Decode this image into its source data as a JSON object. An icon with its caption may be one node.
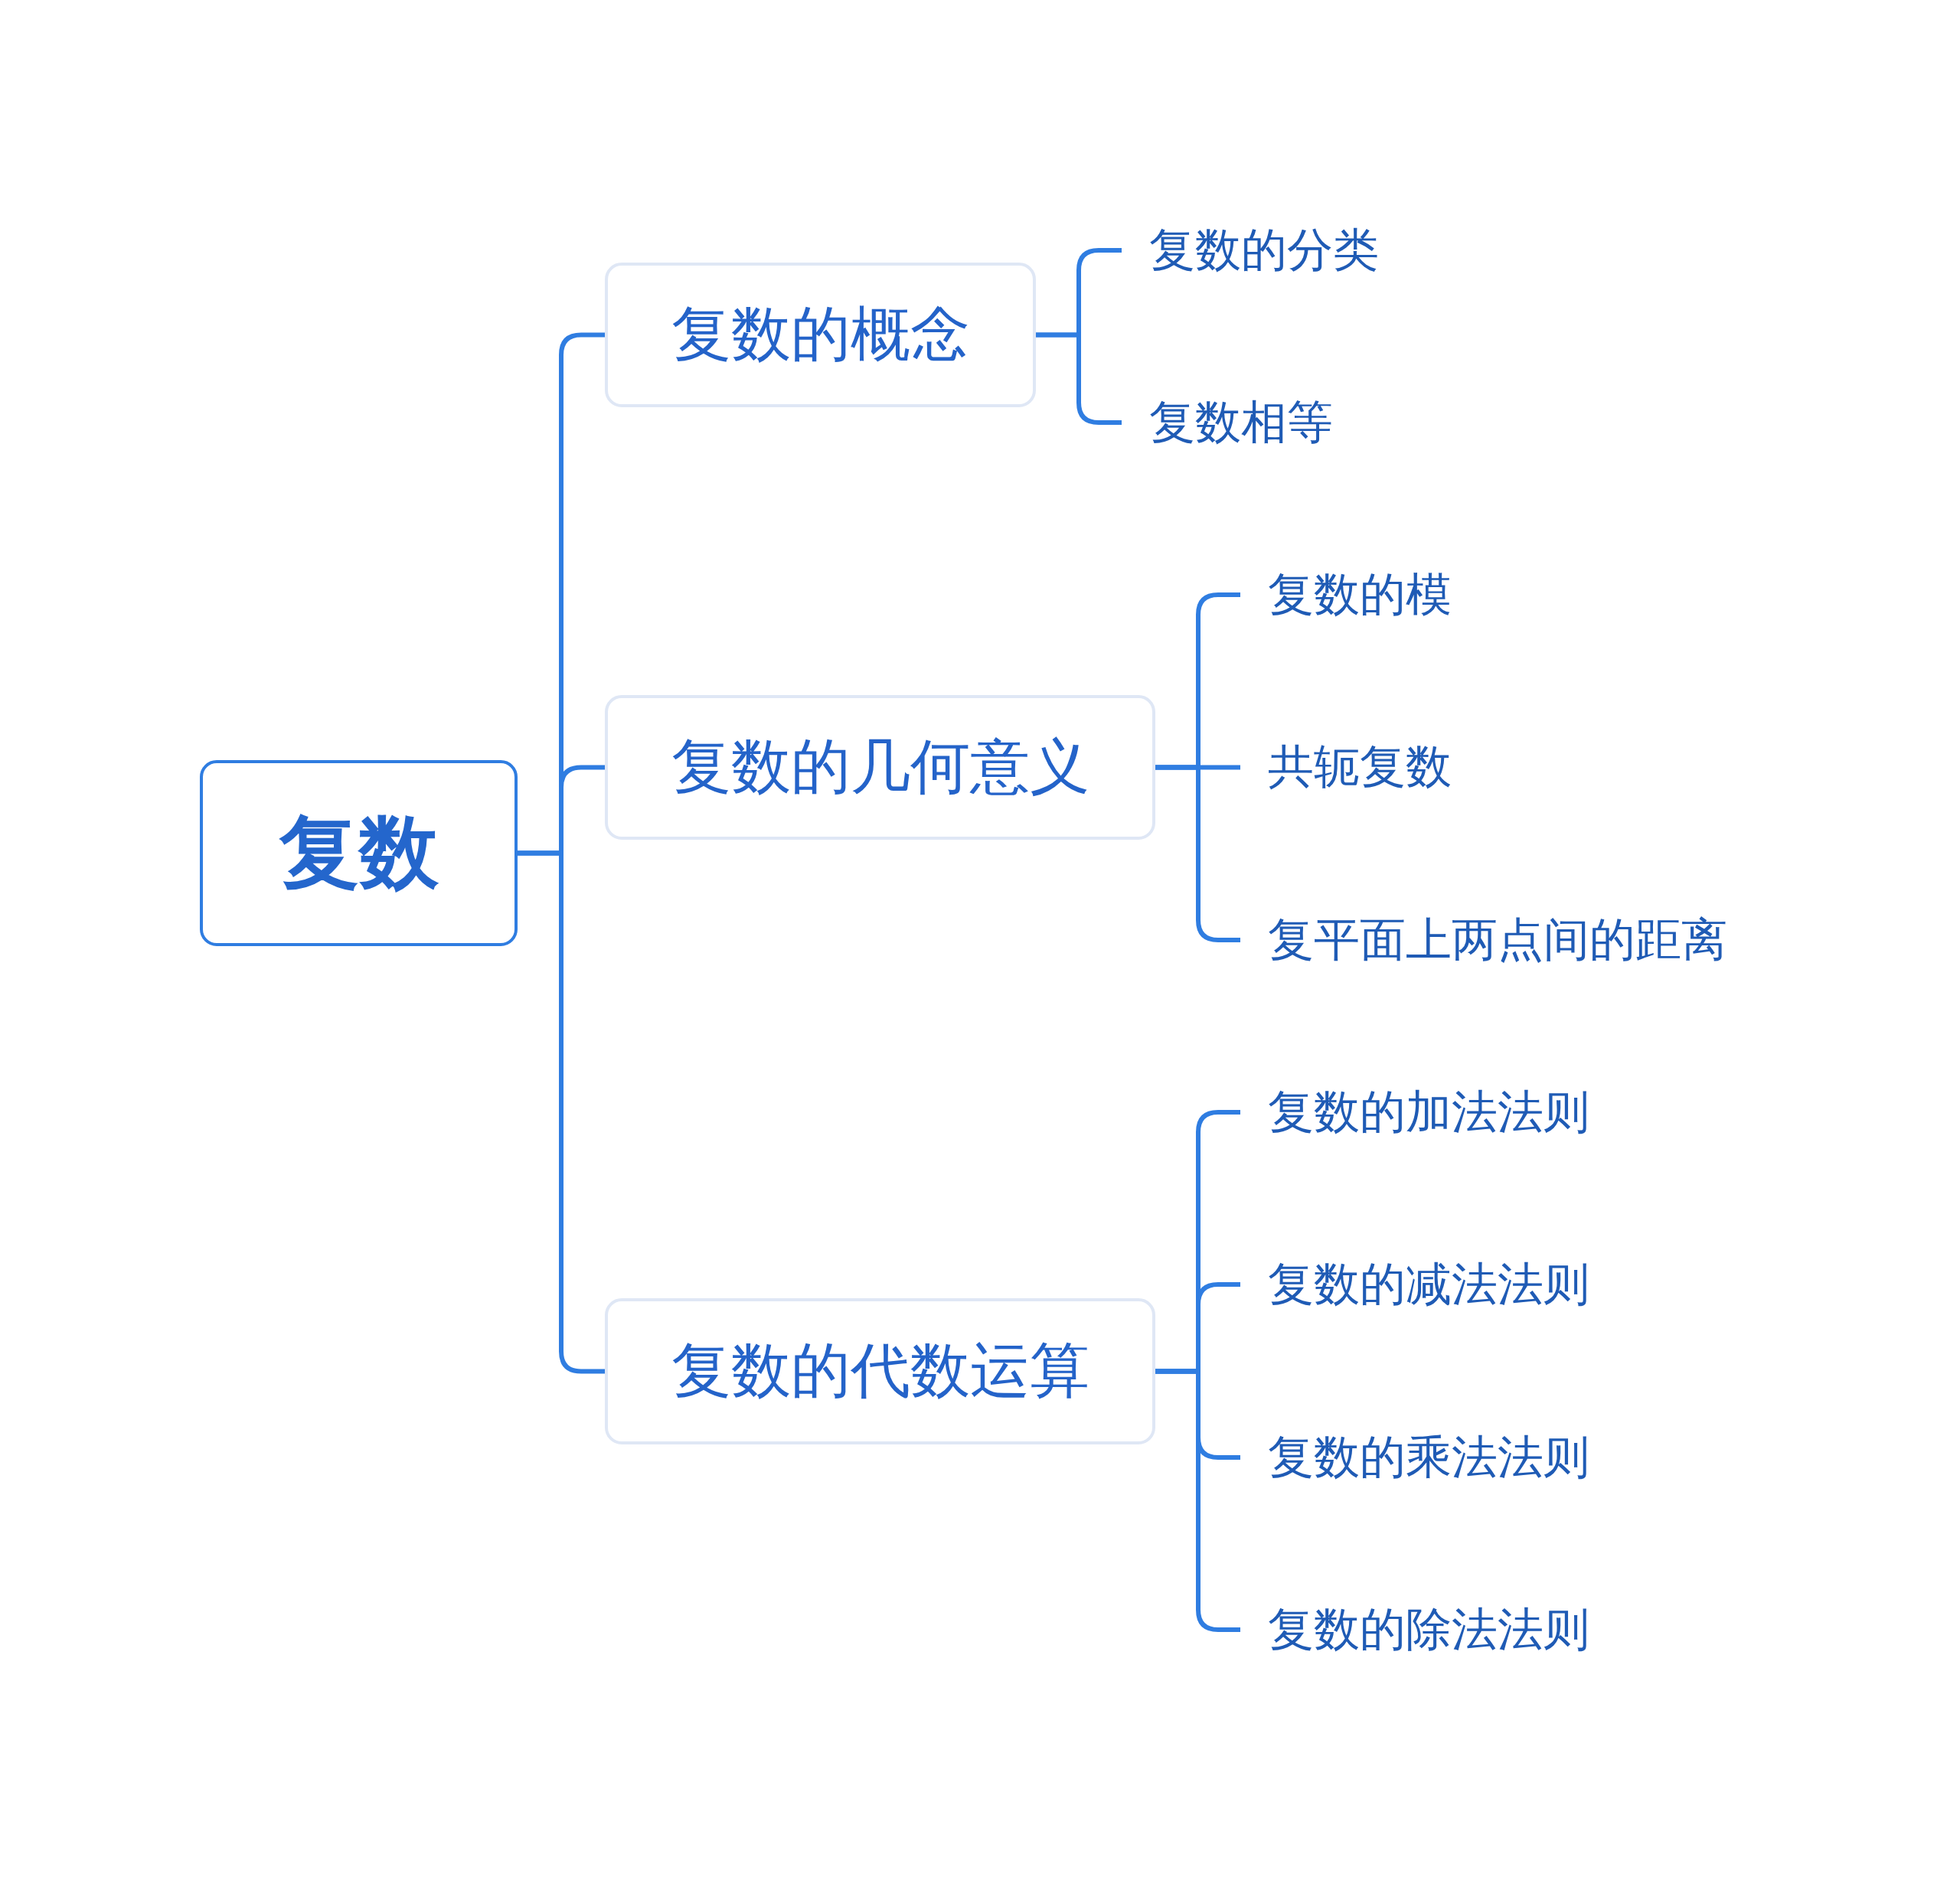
{
  "diagram": {
    "nodes": [
      {
        "text": [
          "复数"
        ]
      },
      {
        "text": [
          "复数的概念"
        ]
      },
      {
        "text": [
          "复数的几何意义"
        ]
      },
      {
        "text": [
          "复数的代数运算"
        ]
      },
      {
        "text": [
          "复数的分类"
        ]
      },
      {
        "text": [
          "复数相等"
        ]
      },
      {
        "text": [
          "复数的模"
        ]
      },
      {
        "text": [
          "共轭复数"
        ]
      },
      {
        "text": [
          "复平面上两点间的距离"
        ]
      },
      {
        "text": [
          "复数的加法法则"
        ]
      },
      {
        "text": [
          "复数的减法法则"
        ]
      },
      {
        "text": [
          "复数的乘法法则"
        ]
      },
      {
        "text": [
          "复数的除法法则"
        ]
      }
    ],
    "edges": [
      {
        "from": 0,
        "to": 1,
        "arrow": "none"
      },
      {
        "from": 0,
        "to": 2,
        "arrow": "none"
      },
      {
        "from": 0,
        "to": 3,
        "arrow": "none"
      },
      {
        "from": 1,
        "to": 4,
        "arrow": "none"
      },
      {
        "from": 1,
        "to": 5,
        "arrow": "none"
      },
      {
        "from": 2,
        "to": 6,
        "arrow": "none"
      },
      {
        "from": 2,
        "to": 7,
        "arrow": "none"
      },
      {
        "from": 2,
        "to": 8,
        "arrow": "none"
      },
      {
        "from": 3,
        "to": 9,
        "arrow": "none"
      },
      {
        "from": 3,
        "to": 10,
        "arrow": "none"
      },
      {
        "from": 3,
        "to": 11,
        "arrow": "none"
      },
      {
        "from": 3,
        "to": 12,
        "arrow": "none"
      }
    ]
  }
}
